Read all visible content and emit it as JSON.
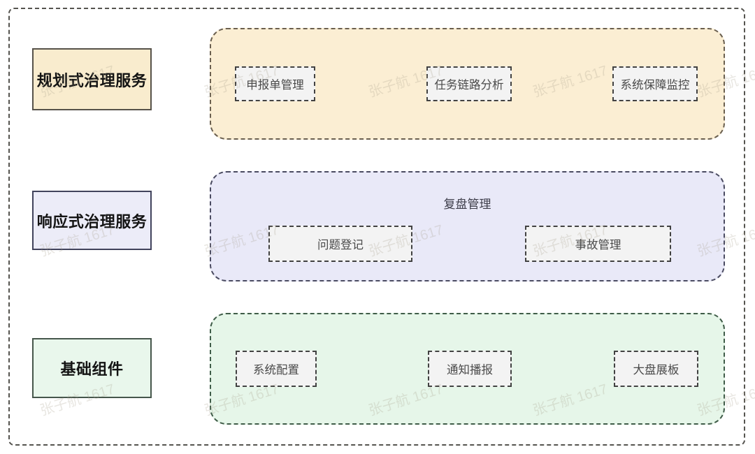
{
  "watermark": {
    "text": "张子航 1617"
  },
  "colors": {
    "outer_border": "#55544f",
    "planned_fill": "#fbeed3",
    "planned_label_fill": "#f9ecce",
    "planned_border": "#6a5f4f",
    "responsive_fill": "#e9e9f8",
    "responsive_label_fill": "#ececf8",
    "responsive_border": "#4a4b61",
    "basic_fill": "#e6f6e9",
    "basic_label_fill": "#e9f7ec",
    "basic_border": "#3f5c48",
    "item_fill": "#f3f3f3",
    "item_border": "#424242",
    "item_text": "#4a4a4a"
  },
  "rows": [
    {
      "label": "规划式治理服务",
      "items": [
        "申报单管理",
        "任务链路分析",
        "系统保障监控"
      ]
    },
    {
      "label": "响应式治理服务",
      "group_title": "复盘管理",
      "items": [
        "问题登记",
        "事故管理"
      ]
    },
    {
      "label": "基础组件",
      "items": [
        "系统配置",
        "通知播报",
        "大盘展板"
      ]
    }
  ]
}
